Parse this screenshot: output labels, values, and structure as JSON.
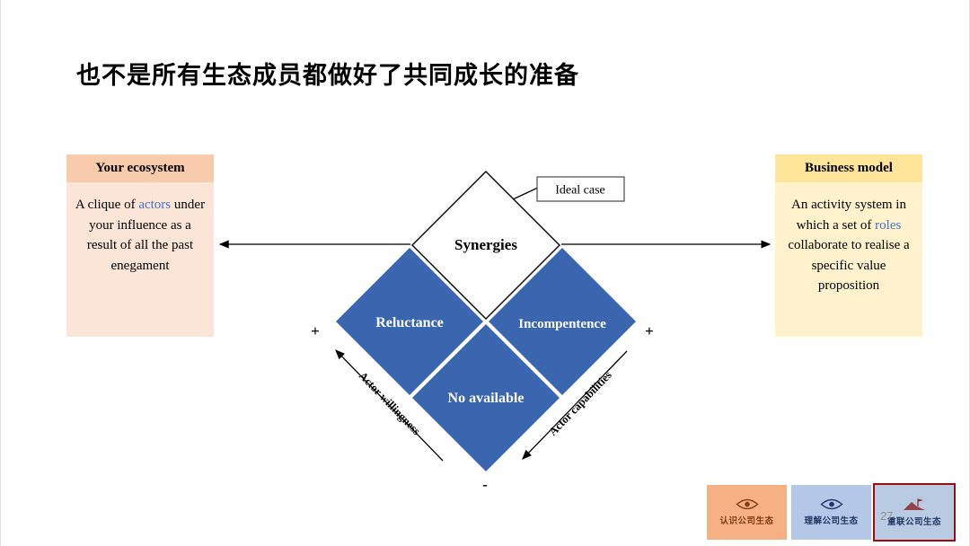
{
  "title": "也不是所有生态成员都做好了共同成长的准备",
  "left_box": {
    "header": "Your ecosystem",
    "body_pre": "A clique of ",
    "body_link": "actors",
    "body_post": " under your influence as a result of all the past enegament"
  },
  "right_box": {
    "header": "Business model",
    "body_pre": "An activity system in which a set of ",
    "body_link": "roles",
    "body_post": " collaborate to realise a specific value proposition"
  },
  "diamond": {
    "top": "Synergies",
    "left": "Reluctance",
    "right": "Incompentence",
    "bottom": "No available",
    "callout": "Ideal case"
  },
  "axes": {
    "left_label": "Actor willingness",
    "right_label": "Actor capabilities",
    "left_plus": "+",
    "right_plus": "+",
    "minus": "-"
  },
  "legend": [
    {
      "label": "认识公司生态",
      "icon": "eye"
    },
    {
      "label": "理解公司生态",
      "icon": "eye"
    },
    {
      "label": "重联公司生态",
      "icon": "summit-flag",
      "active": true
    }
  ],
  "page_number": "27",
  "colors": {
    "diamond_blue": "#3A66B0",
    "link_blue": "#4472C4",
    "peach_header": "#F8CBAD",
    "peach_body": "#FBE5D6",
    "gold_header": "#FFE599",
    "gold_body": "#FFF2CC",
    "legend_orange": "#F5B183",
    "legend_blue": "#B4C7E7",
    "active_border": "#9E0B0F"
  }
}
